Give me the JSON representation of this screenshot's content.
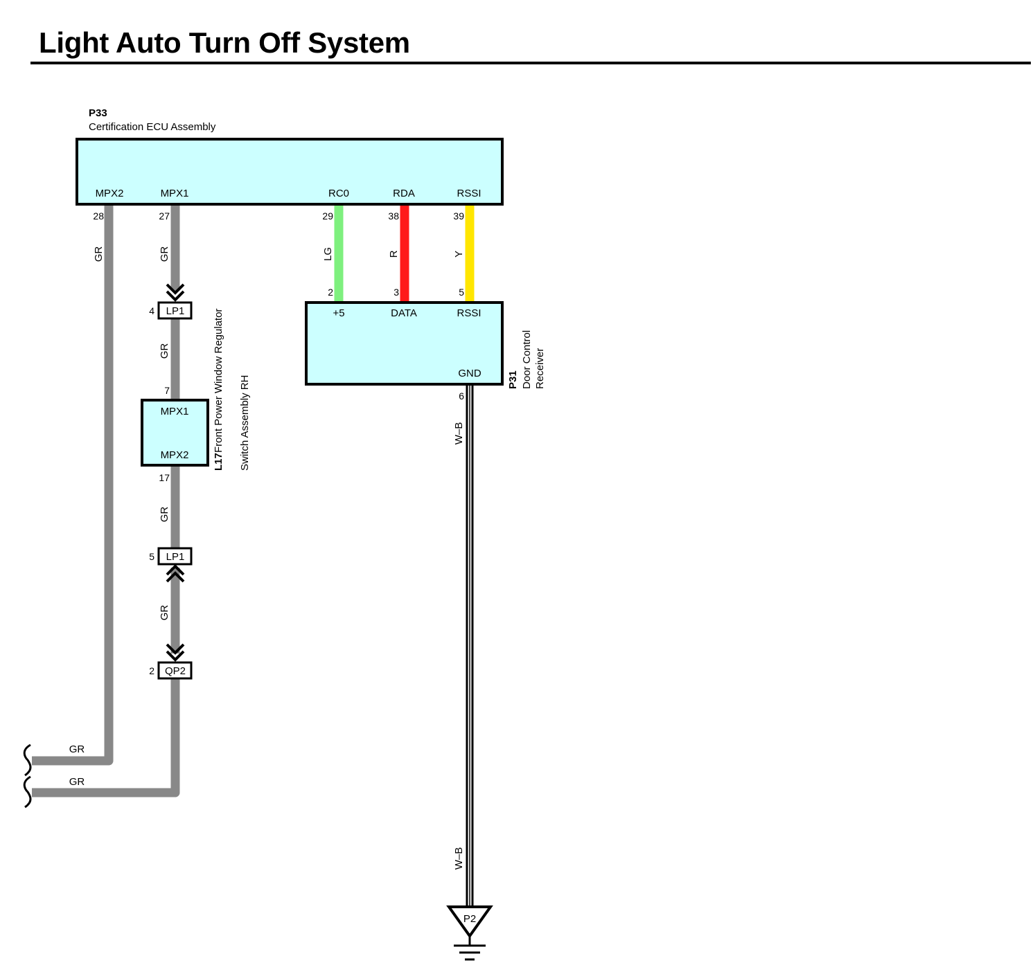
{
  "title": "Light Auto Turn Off System",
  "components": {
    "ecu": {
      "code": "P33",
      "name": "Certification ECU Assembly",
      "terminals": [
        "MPX2",
        "MPX1",
        "RC0",
        "RDA",
        "RSSI"
      ],
      "pins": [
        "28",
        "27",
        "29",
        "38",
        "39"
      ]
    },
    "receiver": {
      "code": "P31",
      "name_line1": "Door Control",
      "name_line2": "Receiver",
      "terminals": [
        "+5",
        "DATA",
        "RSSI",
        "GND"
      ],
      "pins": [
        "2",
        "3",
        "5",
        "6"
      ]
    },
    "switch": {
      "code": "L17",
      "name_line1": "Front Power Window Regulator",
      "name_line2": "Switch Assembly RH",
      "terminals": [
        "MPX1",
        "MPX2"
      ],
      "pins": [
        "7",
        "17"
      ]
    }
  },
  "connectors": [
    {
      "id": "LP1",
      "pin": "4"
    },
    {
      "id": "LP1",
      "pin": "5"
    },
    {
      "id": "QP2",
      "pin": "2"
    }
  ],
  "ground": {
    "id": "P2"
  },
  "wires": {
    "gr": "GR",
    "lg": "LG",
    "r": "R",
    "y": "Y",
    "wb": "W–B"
  },
  "colors": {
    "box_fill": "#ccffff",
    "gray_wire": "#888888",
    "light_green_wire": "#7ef07e",
    "red_wire": "#ff1a1a",
    "yellow_wire": "#ffe600"
  }
}
